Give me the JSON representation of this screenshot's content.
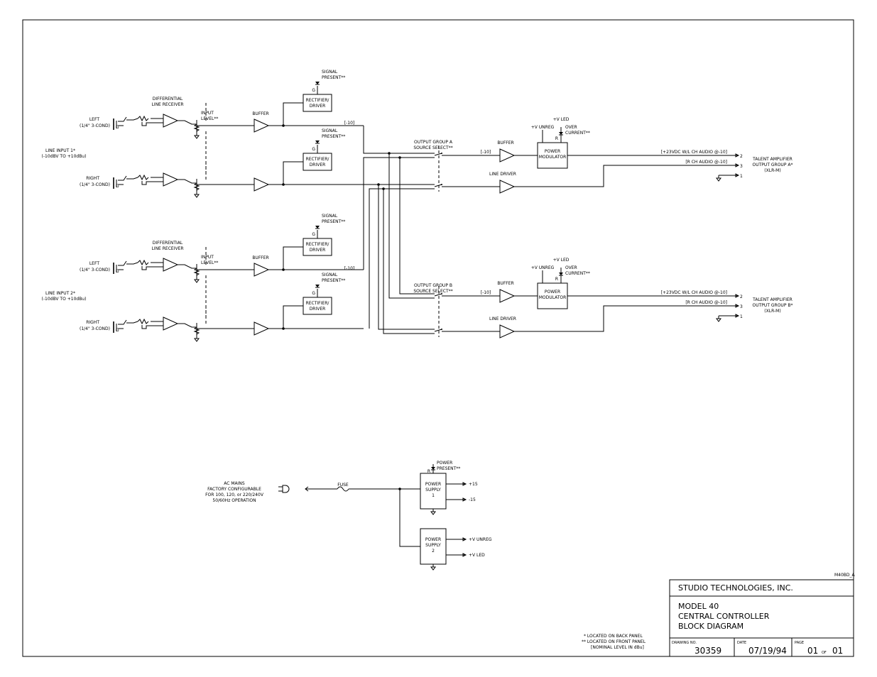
{
  "drawing_code": "M40BD_A",
  "labels": {
    "left": "LEFT",
    "left_sub": "(1/4\" 3-COND)",
    "right": "RIGHT",
    "right_sub": "(1/4\" 3-COND)",
    "line_input_1": "LINE INPUT 1*",
    "line_input_2": "LINE INPUT 2*",
    "line_input_range": "(-10dBV TO +10dBu)",
    "diff_rx_1": "DIFFERENTIAL",
    "diff_rx_2": "LINE RECEIVER",
    "input_level_1": "INPUT",
    "input_level_2": "LEVEL**",
    "buffer": "BUFFER",
    "signal_1": "SIGNAL",
    "signal_2": "PRESENT**",
    "rectifier_1": "RECTIFIER/",
    "rectifier_2": "DRIVER",
    "minus10": "[-10]",
    "out_a_1": "OUTPUT GROUP A",
    "out_a_2": "SOURCE SELECT**",
    "out_b_1": "OUTPUT GROUP B",
    "out_b_2": "SOURCE SELECT**",
    "line_driver": "LINE DRIVER",
    "vled": "+V LED",
    "vunreg": "+V UNREG",
    "over_1": "OVER",
    "over_2": "CURRENT**",
    "power_mod_1": "POWER",
    "power_mod_2": "MODULATOR",
    "l_ch": "[+23VDC W/L CH AUDIO @-10]",
    "r_ch": "[R CH AUDIO @-10]",
    "pin_2": "2",
    "pin_3": "3",
    "pin_1": "1",
    "talent_1": "TALENT AMPLIFIER",
    "talent_a": "OUTPUT GROUP A*",
    "talent_b": "OUTPUT GROUP B*",
    "xlr": "(XLR-M)",
    "r": "R",
    "g": "G",
    "ac_1": "AC MAINS",
    "ac_2": "FACTORY CONFIGURABLE",
    "ac_3": "FOR 100, 120, or 220/240V",
    "ac_4": "50/60Hz OPERATION",
    "fuse": "FUSE",
    "power_present_1": "POWER",
    "power_present_2": "PRESENT**",
    "ps_1": "POWER",
    "ps_2": "SUPPLY",
    "ps_num_1": "1",
    "ps_num_2": "2",
    "plus15": "+15",
    "minus15": "-15",
    "note_1": "* LOCATED ON BACK PANEL",
    "note_2": "** LOCATED ON FRONT PANEL",
    "note_3": "[NOMINAL LEVEL IN dBu]"
  },
  "title_block": {
    "company": "STUDIO TECHNOLOGIES, INC.",
    "title_1": "MODEL 40",
    "title_2": "CENTRAL CONTROLLER",
    "title_3": "BLOCK DIAGRAM",
    "drawing_no_label": "DRAWING NO.",
    "drawing_no": "30359",
    "date_label": "DATE",
    "date": "07/19/94",
    "page_label": "PAGE",
    "page": "01",
    "of": "OF",
    "pages": "01"
  }
}
